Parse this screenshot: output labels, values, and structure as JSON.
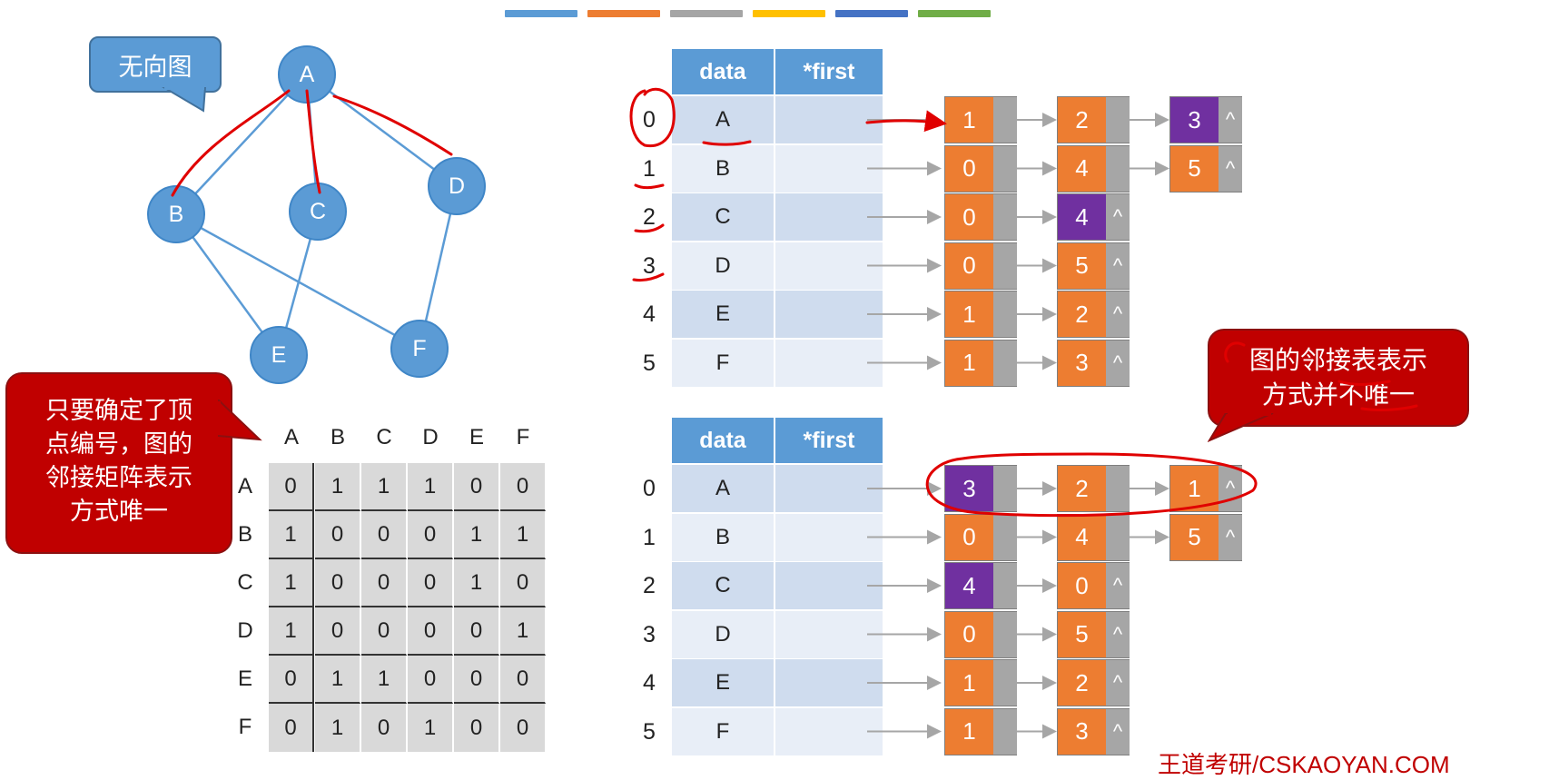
{
  "header": {
    "color_bars": [
      "#5b9bd5",
      "#ed7d31",
      "#a5a5a5",
      "#ffc000",
      "#4472c4",
      "#70ad47"
    ]
  },
  "graph": {
    "label": "无向图",
    "nodes": [
      "A",
      "B",
      "C",
      "D",
      "E",
      "F"
    ],
    "edges": [
      [
        "A",
        "B"
      ],
      [
        "A",
        "C"
      ],
      [
        "A",
        "D"
      ],
      [
        "B",
        "E"
      ],
      [
        "B",
        "F"
      ],
      [
        "C",
        "E"
      ],
      [
        "D",
        "F"
      ]
    ],
    "node_color": "#5b9bd5"
  },
  "matrix": {
    "callout_lines": [
      "只要确定了顶",
      "点编号，图的",
      "邻接矩阵表示",
      "方式唯一"
    ],
    "col_headers": [
      "A",
      "B",
      "C",
      "D",
      "E",
      "F"
    ],
    "rows": [
      {
        "label": "A",
        "cells": [
          "0",
          "1",
          "1",
          "1",
          "0",
          "0"
        ]
      },
      {
        "label": "B",
        "cells": [
          "1",
          "0",
          "0",
          "0",
          "1",
          "1"
        ]
      },
      {
        "label": "C",
        "cells": [
          "1",
          "0",
          "0",
          "0",
          "1",
          "0"
        ]
      },
      {
        "label": "D",
        "cells": [
          "1",
          "0",
          "0",
          "0",
          "0",
          "1"
        ]
      },
      {
        "label": "E",
        "cells": [
          "0",
          "1",
          "1",
          "0",
          "0",
          "0"
        ]
      },
      {
        "label": "F",
        "cells": [
          "0",
          "1",
          "0",
          "1",
          "0",
          "0"
        ]
      }
    ]
  },
  "adj_list_1": {
    "headers": [
      "data",
      "*first"
    ],
    "rows": [
      {
        "index": "0",
        "data": "A",
        "list": [
          {
            "v": "1",
            "color": "orange",
            "ptr": ""
          },
          {
            "v": "2",
            "color": "orange",
            "ptr": ""
          },
          {
            "v": "3",
            "color": "purple",
            "ptr": "^"
          }
        ]
      },
      {
        "index": "1",
        "data": "B",
        "list": [
          {
            "v": "0",
            "color": "orange",
            "ptr": ""
          },
          {
            "v": "4",
            "color": "orange",
            "ptr": ""
          },
          {
            "v": "5",
            "color": "orange",
            "ptr": "^"
          }
        ]
      },
      {
        "index": "2",
        "data": "C",
        "list": [
          {
            "v": "0",
            "color": "orange",
            "ptr": ""
          },
          {
            "v": "4",
            "color": "purple",
            "ptr": "^"
          }
        ]
      },
      {
        "index": "3",
        "data": "D",
        "list": [
          {
            "v": "0",
            "color": "orange",
            "ptr": ""
          },
          {
            "v": "5",
            "color": "orange",
            "ptr": "^"
          }
        ]
      },
      {
        "index": "4",
        "data": "E",
        "list": [
          {
            "v": "1",
            "color": "orange",
            "ptr": ""
          },
          {
            "v": "2",
            "color": "orange",
            "ptr": "^"
          }
        ]
      },
      {
        "index": "5",
        "data": "F",
        "list": [
          {
            "v": "1",
            "color": "orange",
            "ptr": ""
          },
          {
            "v": "3",
            "color": "orange",
            "ptr": "^"
          }
        ]
      }
    ]
  },
  "adj_list_2": {
    "headers": [
      "data",
      "*first"
    ],
    "rows": [
      {
        "index": "0",
        "data": "A",
        "list": [
          {
            "v": "3",
            "color": "purple",
            "ptr": ""
          },
          {
            "v": "2",
            "color": "orange",
            "ptr": ""
          },
          {
            "v": "1",
            "color": "orange",
            "ptr": "^"
          }
        ]
      },
      {
        "index": "1",
        "data": "B",
        "list": [
          {
            "v": "0",
            "color": "orange",
            "ptr": ""
          },
          {
            "v": "4",
            "color": "orange",
            "ptr": ""
          },
          {
            "v": "5",
            "color": "orange",
            "ptr": "^"
          }
        ]
      },
      {
        "index": "2",
        "data": "C",
        "list": [
          {
            "v": "4",
            "color": "purple",
            "ptr": ""
          },
          {
            "v": "0",
            "color": "orange",
            "ptr": "^"
          }
        ]
      },
      {
        "index": "3",
        "data": "D",
        "list": [
          {
            "v": "0",
            "color": "orange",
            "ptr": ""
          },
          {
            "v": "5",
            "color": "orange",
            "ptr": "^"
          }
        ]
      },
      {
        "index": "4",
        "data": "E",
        "list": [
          {
            "v": "1",
            "color": "orange",
            "ptr": ""
          },
          {
            "v": "2",
            "color": "orange",
            "ptr": "^"
          }
        ]
      },
      {
        "index": "5",
        "data": "F",
        "list": [
          {
            "v": "1",
            "color": "orange",
            "ptr": ""
          },
          {
            "v": "3",
            "color": "orange",
            "ptr": "^"
          }
        ]
      }
    ]
  },
  "adj_callout_lines": [
    "图的邻接表表示",
    "方式并不唯一"
  ],
  "watermark": "王道考研/CSKAOYAN.COM",
  "colors": {
    "orange": "#ed7d31",
    "purple": "#7030a0",
    "pointer": "#a6a6a6",
    "header_blue": "#5b9bd5",
    "annotation_red": "#e00000"
  }
}
